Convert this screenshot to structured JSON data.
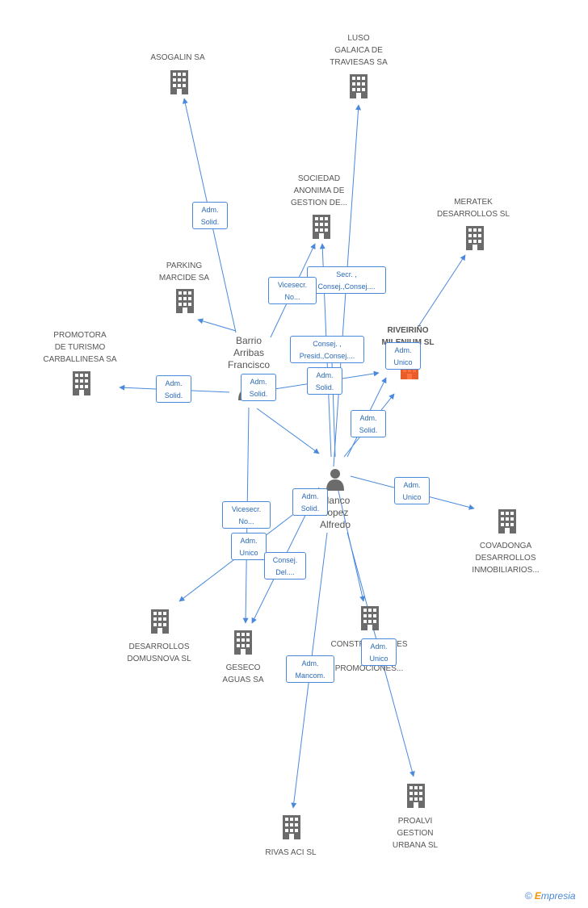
{
  "colors": {
    "edge": "#4a89dc",
    "node": "#666666",
    "highlight": "#ff5a1f"
  },
  "companies": [
    {
      "id": "asogalin",
      "lines": [
        "ASOGALIN SA"
      ],
      "icon": "building-icon"
    },
    {
      "id": "luso",
      "lines": [
        "LUSO",
        "GALAICA DE",
        "TRAVIESAS SA"
      ],
      "icon": "building-icon"
    },
    {
      "id": "sociedad",
      "lines": [
        "SOCIEDAD",
        "ANONIMA DE",
        "GESTION DE..."
      ],
      "icon": "building-icon"
    },
    {
      "id": "meratek",
      "lines": [
        "MERATEK",
        "DESARROLLOS SL"
      ],
      "icon": "building-icon"
    },
    {
      "id": "parking",
      "lines": [
        "PARKING",
        "MARCIDE SA"
      ],
      "icon": "building-icon"
    },
    {
      "id": "riveirino",
      "lines": [
        "RIVEIRIÑO",
        "MILENIUM SL"
      ],
      "icon": "building-icon",
      "highlight": true
    },
    {
      "id": "promotora",
      "lines": [
        "PROMOTORA",
        "DE TURISMO",
        "CARBALLINESA SA"
      ],
      "icon": "building-icon"
    },
    {
      "id": "covadonga",
      "lines": [
        "COVADONGA",
        "DESARROLLOS",
        "INMOBILIARIOS..."
      ],
      "icon": "building-icon"
    },
    {
      "id": "desarrollos",
      "lines": [
        "DESARROLLOS",
        "DOMUSNOVA SL"
      ],
      "icon": "building-icon"
    },
    {
      "id": "geseco",
      "lines": [
        "GESECO",
        "AGUAS SA"
      ],
      "icon": "building-icon"
    },
    {
      "id": "construcciones",
      "lines": [
        "CONSTRUCCIONES",
        "Y",
        "PROMOCIONES..."
      ],
      "icon": "building-icon"
    },
    {
      "id": "proalvi",
      "lines": [
        "PROALVI",
        "GESTION",
        "URBANA SL"
      ],
      "icon": "building-icon"
    },
    {
      "id": "rivas",
      "lines": [
        "RIVAS ACI SL"
      ],
      "icon": "building-icon"
    }
  ],
  "persons": [
    {
      "id": "barrio",
      "lines": [
        "Barrio",
        "Arribas",
        "Francisco"
      ],
      "icon": "person-icon"
    },
    {
      "id": "blanco",
      "lines": [
        "Blanco",
        "Lopez",
        "Alfredo"
      ],
      "icon": "person-icon"
    }
  ],
  "edge_labels": [
    {
      "id": "l1",
      "lines": [
        "Adm.",
        "Solid."
      ]
    },
    {
      "id": "l2",
      "lines": [
        "Secr. ,",
        "Consej.,Consej...."
      ]
    },
    {
      "id": "l3",
      "lines": [
        "Vicesecr.",
        "No..."
      ]
    },
    {
      "id": "l4",
      "lines": [
        "Consej. ,",
        "Presid.,Consej...."
      ]
    },
    {
      "id": "l5",
      "lines": [
        "Adm.",
        "Unico"
      ]
    },
    {
      "id": "l6",
      "lines": [
        "Adm.",
        "Solid."
      ]
    },
    {
      "id": "l7",
      "lines": [
        "Adm.",
        "Solid."
      ]
    },
    {
      "id": "l8",
      "lines": [
        "Adm.",
        "Solid."
      ]
    },
    {
      "id": "l9",
      "lines": [
        "Adm.",
        "Solid."
      ]
    },
    {
      "id": "l10",
      "lines": [
        "Adm.",
        "Unico"
      ]
    },
    {
      "id": "l11",
      "lines": [
        "Vicesecr.",
        "No..."
      ]
    },
    {
      "id": "l12",
      "lines": [
        "Adm.",
        "Solid."
      ]
    },
    {
      "id": "l13",
      "lines": [
        "Adm.",
        "Unico"
      ]
    },
    {
      "id": "l14",
      "lines": [
        "Consej.",
        "Del...."
      ]
    },
    {
      "id": "l15",
      "lines": [
        "Adm.",
        "Unico"
      ]
    },
    {
      "id": "l16",
      "lines": [
        "Adm.",
        "Mancom."
      ]
    }
  ],
  "brand": {
    "copyright": "©",
    "initial": "E",
    "rest": "mpresia"
  }
}
